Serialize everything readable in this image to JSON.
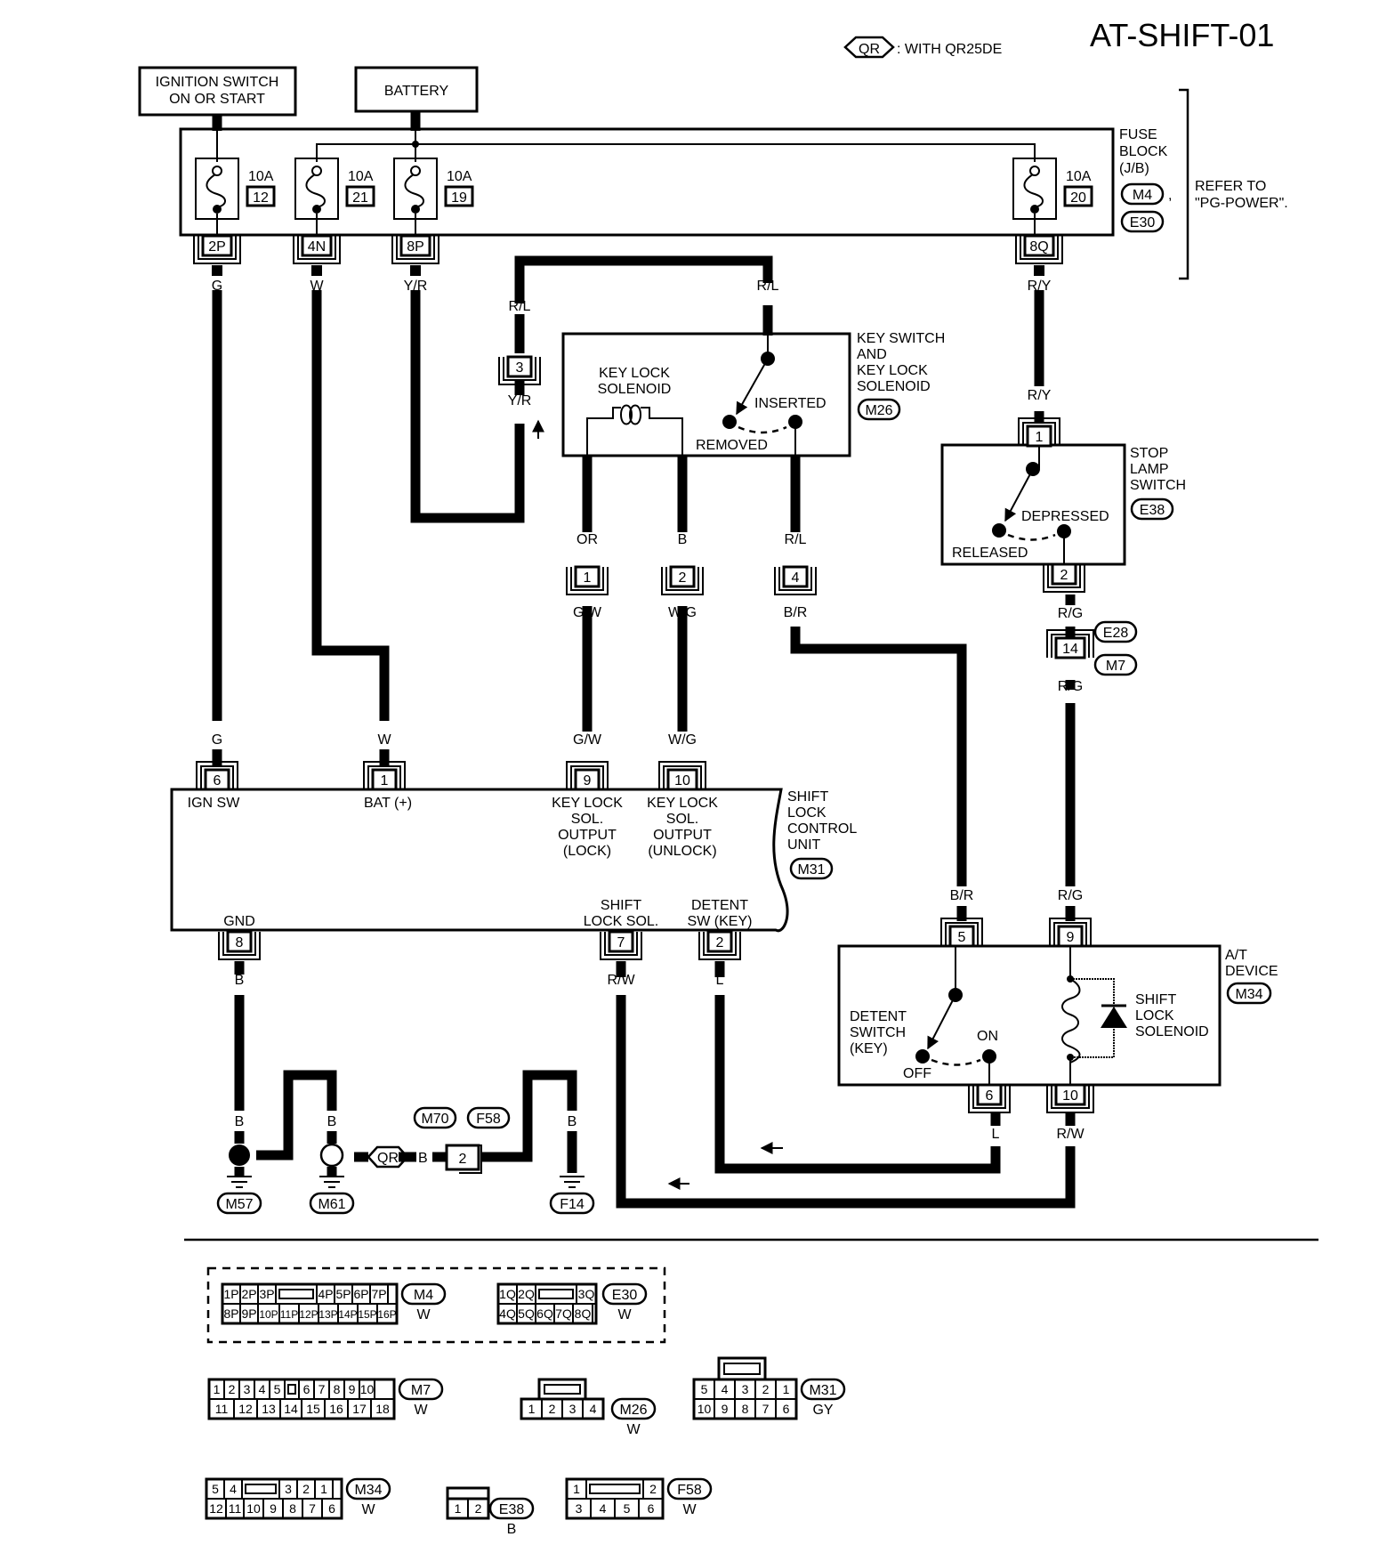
{
  "header": {
    "page_id": "AT-SHIFT-01",
    "legend_symbol": "QR",
    "legend_text": ": WITH QR25DE"
  },
  "sources": {
    "ignition": [
      "IGNITION SWITCH",
      "ON OR START"
    ],
    "battery": "BATTERY"
  },
  "fuse_block": {
    "label": [
      "FUSE",
      "BLOCK",
      "(J/B)"
    ],
    "connectors": [
      "M4",
      "E30"
    ],
    "refer": [
      "REFER TO",
      "\"PG-POWER\"."
    ],
    "fuses": [
      {
        "rating": "10A",
        "number": "12",
        "terminal": "2P",
        "wire": "G"
      },
      {
        "rating": "10A",
        "number": "21",
        "terminal": "4N",
        "wire": "W"
      },
      {
        "rating": "10A",
        "number": "19",
        "terminal": "8P",
        "wire": "Y/R"
      },
      {
        "rating": "10A",
        "number": "20",
        "terminal": "8Q",
        "wire": "R/Y"
      }
    ]
  },
  "key_switch": {
    "label": [
      "KEY SWITCH",
      "AND",
      "KEY LOCK",
      "SOLENOID"
    ],
    "connector": "M26",
    "solenoid_label": [
      "KEY LOCK",
      "SOLENOID"
    ],
    "inserted": "INSERTED",
    "removed": "REMOVED",
    "terminals": [
      {
        "pin": "3",
        "wire_top": "R/L",
        "wire_bottom": "Y/R"
      },
      {
        "pin": "1",
        "wire_top": "OR",
        "wire_bottom": "G/W"
      },
      {
        "pin": "2",
        "wire_top": "B",
        "wire_bottom": "W/G"
      },
      {
        "pin": "4",
        "wire_top": "R/L",
        "wire_bottom": "B/R"
      }
    ],
    "input_wire": "R/L"
  },
  "stop_lamp": {
    "label": [
      "STOP",
      "LAMP",
      "SWITCH"
    ],
    "connector": "E38",
    "depressed": "DEPRESSED",
    "released": "RELEASED",
    "pin_in": "1",
    "wire_in": "R/Y",
    "pin_out": "2",
    "wire_out": "R/G"
  },
  "joint": {
    "pin": "14",
    "connectors": [
      "E28",
      "M7"
    ],
    "wire_top": "R/G",
    "wire_bottom": "R/G"
  },
  "control_unit": {
    "label": [
      "SHIFT",
      "LOCK",
      "CONTROL",
      "UNIT"
    ],
    "connector": "M31",
    "pins_top": [
      {
        "pin": "6",
        "wire": "G",
        "name": [
          "IGN SW"
        ]
      },
      {
        "pin": "1",
        "wire": "W",
        "name": [
          "BAT (+)"
        ]
      },
      {
        "pin": "9",
        "wire": "G/W",
        "name": [
          "KEY LOCK",
          "SOL.",
          "OUTPUT",
          "(LOCK)"
        ]
      },
      {
        "pin": "10",
        "wire": "W/G",
        "name": [
          "KEY LOCK",
          "SOL.",
          "OUTPUT",
          "(UNLOCK)"
        ]
      }
    ],
    "pins_bottom": [
      {
        "pin": "8",
        "wire": "B",
        "name": [
          "GND"
        ]
      },
      {
        "pin": "7",
        "wire": "R/W",
        "name": [
          "SHIFT",
          "LOCK SOL."
        ]
      },
      {
        "pin": "2",
        "wire": "L",
        "name": [
          "DETENT",
          "SW (KEY)"
        ]
      }
    ]
  },
  "at_device": {
    "label": [
      "A/T",
      "DEVICE"
    ],
    "connector": "M34",
    "detent_label": [
      "DETENT",
      "SWITCH",
      "(KEY)"
    ],
    "on": "ON",
    "off": "OFF",
    "solenoid_label": [
      "SHIFT",
      "LOCK",
      "SOLENOID"
    ],
    "pins": [
      {
        "pin": "5",
        "wire": "B/R"
      },
      {
        "pin": "9",
        "wire": "R/G"
      },
      {
        "pin": "6",
        "wire": "L"
      },
      {
        "pin": "10",
        "wire": "R/W"
      }
    ]
  },
  "grounds": {
    "wire": "B",
    "points": [
      "M57",
      "M61",
      "F14"
    ],
    "qr_symbol": "QR",
    "inline_pin": "2",
    "inline_connectors": [
      "M70",
      "F58"
    ]
  },
  "connector_views": [
    {
      "id": "M4",
      "color": "W",
      "rows": [
        [
          "1P",
          "2P",
          "3P",
          "",
          "4P",
          "5P",
          "6P",
          "7P"
        ],
        [
          "8P",
          "9P",
          "10P",
          "11P",
          "12P",
          "13P",
          "14P",
          "15P",
          "16P"
        ]
      ]
    },
    {
      "id": "E30",
      "color": "W",
      "rows": [
        [
          "1Q",
          "2Q",
          "",
          "3Q"
        ],
        [
          "4Q",
          "5Q",
          "6Q",
          "7Q",
          "8Q"
        ]
      ]
    },
    {
      "id": "M7",
      "color": "W",
      "rows": [
        [
          "1",
          "2",
          "3",
          "4",
          "5",
          "",
          "6",
          "7",
          "8",
          "9",
          "10"
        ],
        [
          "11",
          "12",
          "13",
          "14",
          "15",
          "16",
          "17",
          "18"
        ]
      ]
    },
    {
      "id": "M26",
      "color": "W",
      "rows": [
        [
          "1",
          "2",
          "3",
          "4"
        ]
      ]
    },
    {
      "id": "M31",
      "color": "GY",
      "rows": [
        [
          "5",
          "4",
          "3",
          "2",
          "1"
        ],
        [
          "10",
          "9",
          "8",
          "7",
          "6"
        ]
      ]
    },
    {
      "id": "M34",
      "color": "W",
      "rows": [
        [
          "5",
          "4",
          "",
          "3",
          "2",
          "1"
        ],
        [
          "12",
          "11",
          "10",
          "9",
          "8",
          "7",
          "6"
        ]
      ]
    },
    {
      "id": "E38",
      "color": "B",
      "rows": [
        [
          "1",
          "2"
        ]
      ]
    },
    {
      "id": "F58",
      "color": "W",
      "rows": [
        [
          "1",
          "",
          "2"
        ],
        [
          "3",
          "4",
          "5",
          "6"
        ]
      ]
    }
  ]
}
